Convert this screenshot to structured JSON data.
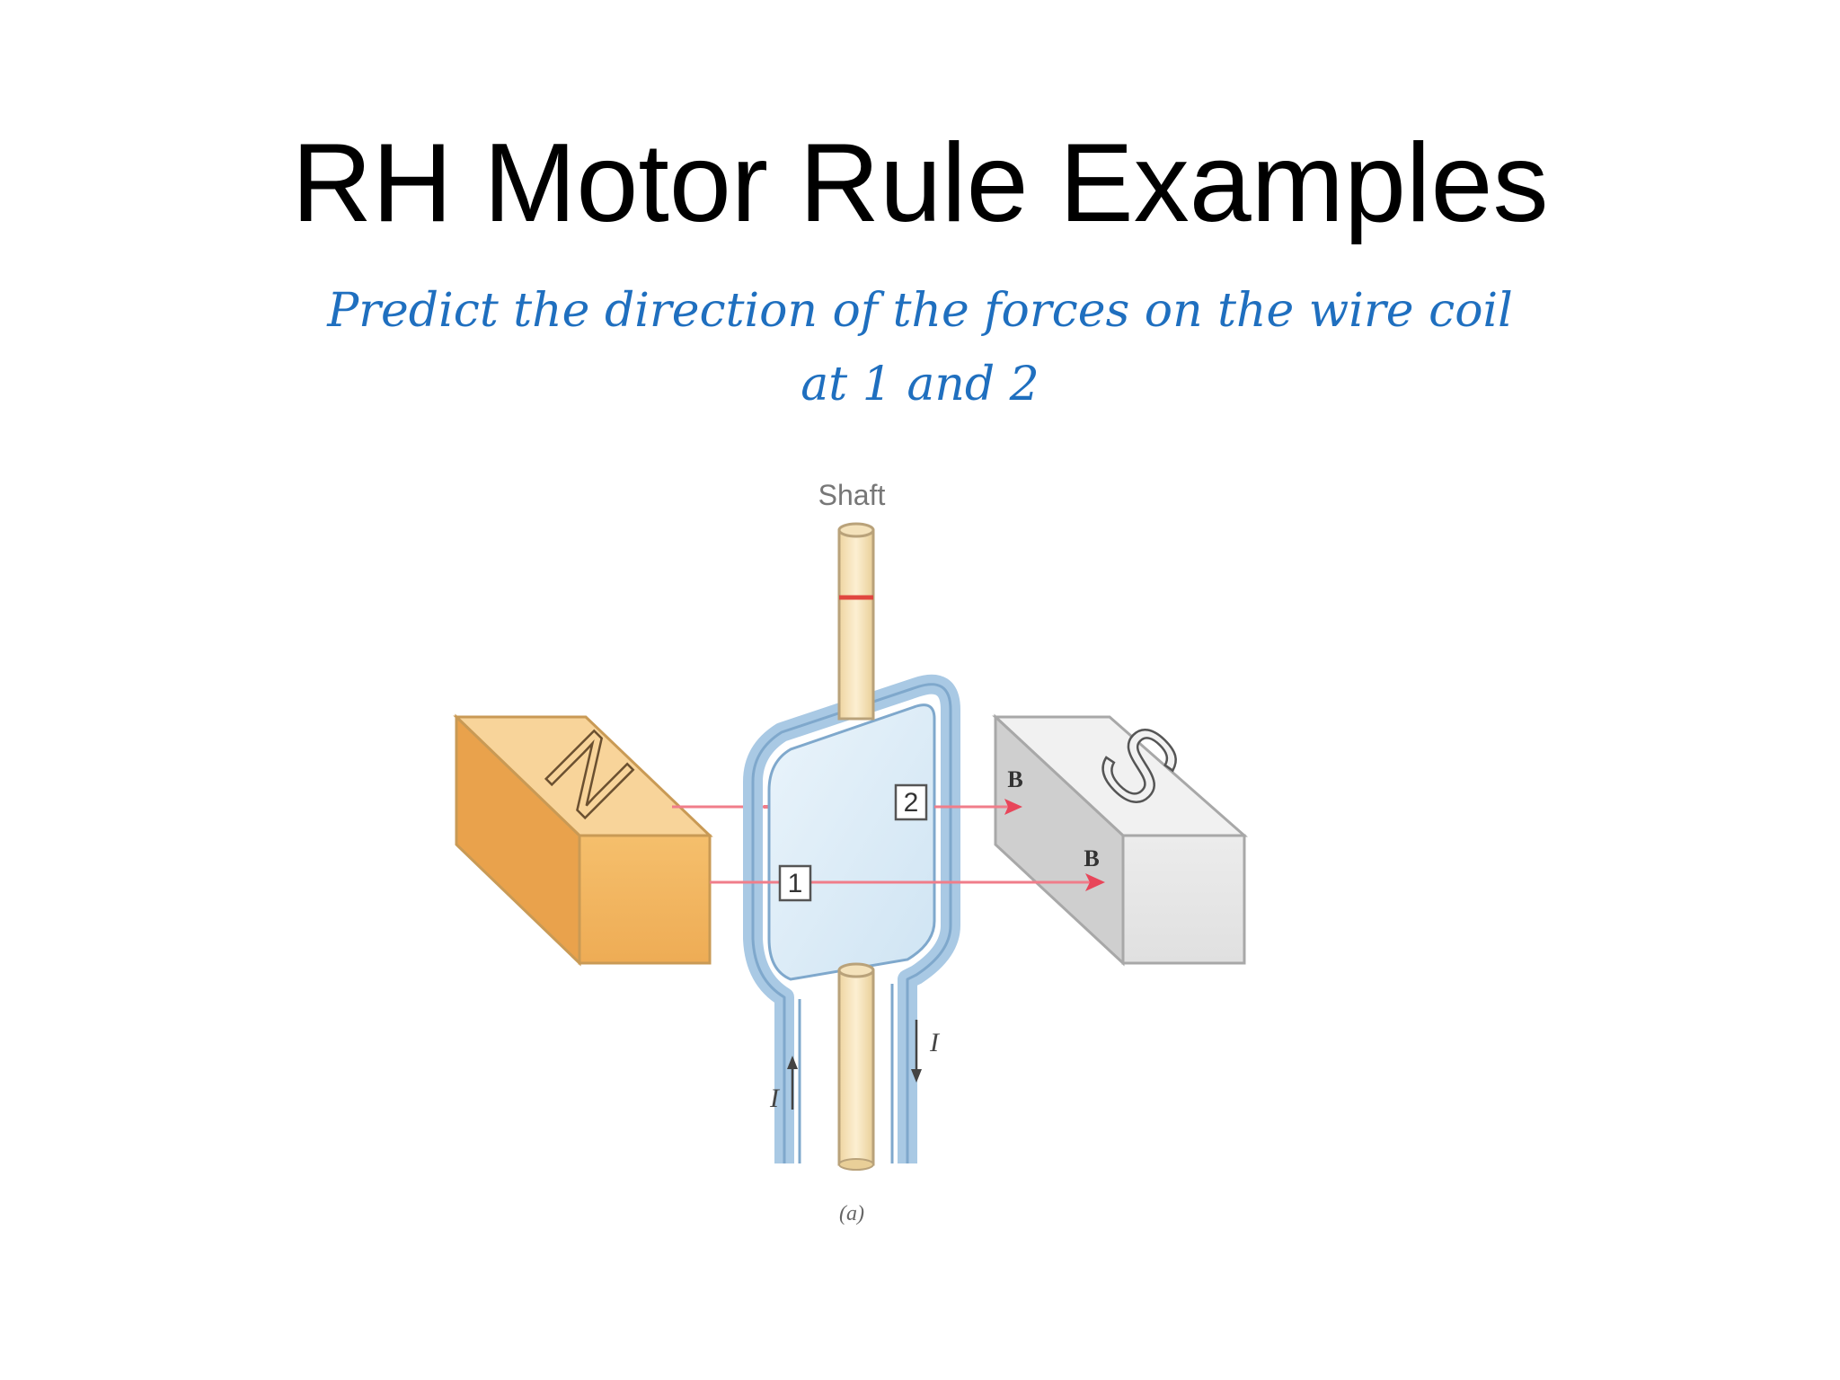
{
  "slide": {
    "title": "RH Motor Rule Examples",
    "subtitle_line1": "Predict the direction of the forces on the wire coil",
    "subtitle_line2": "at 1 and 2"
  },
  "diagram": {
    "shaft_label": "Shaft",
    "north_pole_letter": "N",
    "south_pole_letter": "S",
    "point1_label": "1",
    "point2_label": "2",
    "field_label_upper": "B",
    "field_label_lower": "B",
    "current_label_left": "I",
    "current_label_right": "I",
    "caption": "(a)"
  },
  "colors": {
    "subtitle": "#1f6fbf",
    "north_magnet": "#f2b862",
    "south_magnet": "#e6e6e6",
    "coil": "#a9c9e4",
    "field_line": "#f07d8a",
    "shaft": "#f7e2b4"
  }
}
